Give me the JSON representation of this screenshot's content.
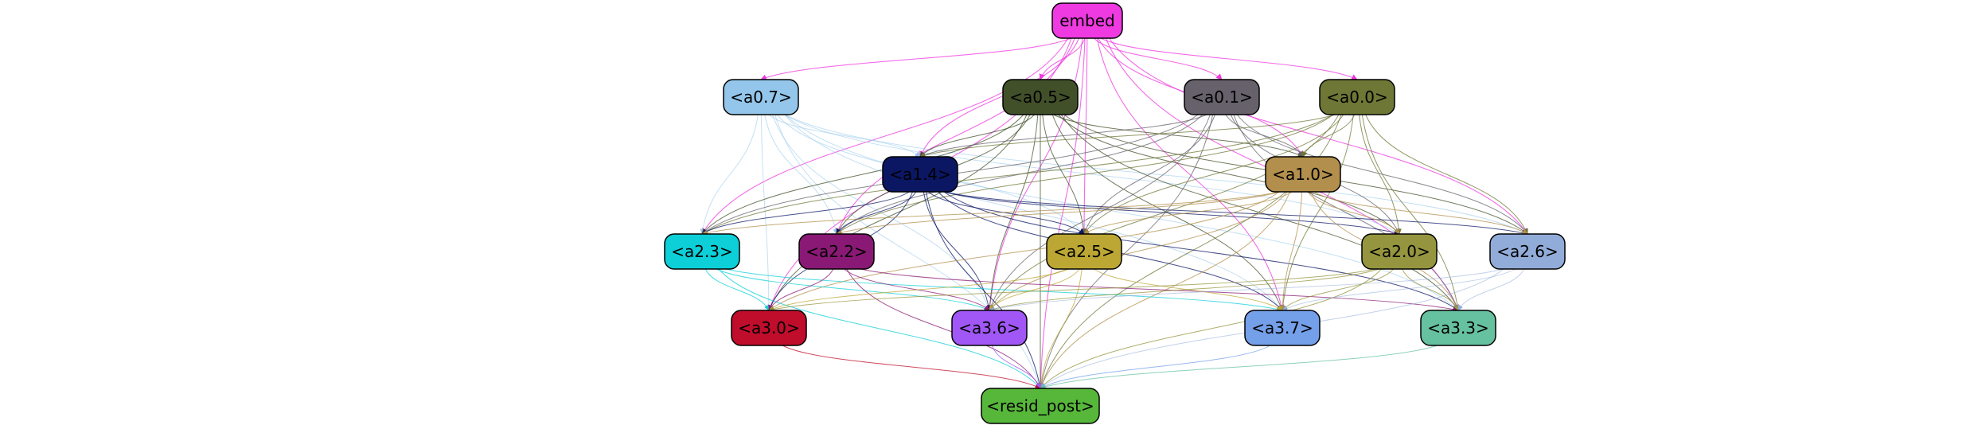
{
  "nodes": [
    {
      "id": "embed",
      "label": "embed",
      "color": "#ee3ae0"
    },
    {
      "id": "a07",
      "label": "<a0.7>",
      "color": "#93c6ea"
    },
    {
      "id": "a05",
      "label": "<a0.5>",
      "color": "#42502a"
    },
    {
      "id": "a01",
      "label": "<a0.1>",
      "color": "#66616b"
    },
    {
      "id": "a00",
      "label": "<a0.0>",
      "color": "#6e7735"
    },
    {
      "id": "a14",
      "label": "<a1.4>",
      "color": "#0c1764"
    },
    {
      "id": "a10",
      "label": "<a1.0>",
      "color": "#b28f4c"
    },
    {
      "id": "a23",
      "label": "<a2.3>",
      "color": "#0dcfd7"
    },
    {
      "id": "a22",
      "label": "<a2.2>",
      "color": "#891974"
    },
    {
      "id": "a25",
      "label": "<a2.5>",
      "color": "#bca734"
    },
    {
      "id": "a20",
      "label": "<a2.0>",
      "color": "#95953f"
    },
    {
      "id": "a26",
      "label": "<a2.6>",
      "color": "#92acd9"
    },
    {
      "id": "a30",
      "label": "<a3.0>",
      "color": "#c00d2c"
    },
    {
      "id": "a36",
      "label": "<a3.6>",
      "color": "#a057f5"
    },
    {
      "id": "a37",
      "label": "<a3.7>",
      "color": "#749fe9"
    },
    {
      "id": "a33",
      "label": "<a3.3>",
      "color": "#66c1a0"
    },
    {
      "id": "resid",
      "label": "<resid_post>",
      "color": "#57b73a"
    }
  ],
  "edges": [
    [
      "embed",
      "a07"
    ],
    [
      "embed",
      "a05"
    ],
    [
      "embed",
      "a01"
    ],
    [
      "embed",
      "a00"
    ],
    [
      "embed",
      "a14"
    ],
    [
      "embed",
      "a10"
    ],
    [
      "embed",
      "a25"
    ],
    [
      "embed",
      "a23"
    ],
    [
      "embed",
      "a22"
    ],
    [
      "embed",
      "a26"
    ],
    [
      "embed",
      "a30"
    ],
    [
      "embed",
      "a36"
    ],
    [
      "embed",
      "a37"
    ],
    [
      "embed",
      "a33"
    ],
    [
      "embed",
      "resid"
    ],
    [
      "a07",
      "a14"
    ],
    [
      "a07",
      "a23"
    ],
    [
      "a07",
      "a22"
    ],
    [
      "a07",
      "a25"
    ],
    [
      "a07",
      "a20"
    ],
    [
      "a07",
      "a26"
    ],
    [
      "a07",
      "a30"
    ],
    [
      "a07",
      "a36"
    ],
    [
      "a07",
      "a37"
    ],
    [
      "a07",
      "a33"
    ],
    [
      "a07",
      "resid"
    ],
    [
      "a05",
      "a14"
    ],
    [
      "a05",
      "a10"
    ],
    [
      "a05",
      "a23"
    ],
    [
      "a05",
      "a22"
    ],
    [
      "a05",
      "a25"
    ],
    [
      "a05",
      "a20"
    ],
    [
      "a05",
      "a26"
    ],
    [
      "a05",
      "a30"
    ],
    [
      "a05",
      "a36"
    ],
    [
      "a05",
      "a37"
    ],
    [
      "a05",
      "a33"
    ],
    [
      "a05",
      "resid"
    ],
    [
      "a01",
      "a14"
    ],
    [
      "a01",
      "a10"
    ],
    [
      "a01",
      "a23"
    ],
    [
      "a01",
      "a22"
    ],
    [
      "a01",
      "a25"
    ],
    [
      "a01",
      "a20"
    ],
    [
      "a01",
      "a26"
    ],
    [
      "a01",
      "a36"
    ],
    [
      "a01",
      "a33"
    ],
    [
      "a01",
      "resid"
    ],
    [
      "a00",
      "a14"
    ],
    [
      "a00",
      "a10"
    ],
    [
      "a00",
      "a23"
    ],
    [
      "a00",
      "a22"
    ],
    [
      "a00",
      "a25"
    ],
    [
      "a00",
      "a20"
    ],
    [
      "a00",
      "a26"
    ],
    [
      "a00",
      "a36"
    ],
    [
      "a00",
      "a37"
    ],
    [
      "a00",
      "a33"
    ],
    [
      "a00",
      "resid"
    ],
    [
      "a14",
      "a23"
    ],
    [
      "a14",
      "a22"
    ],
    [
      "a14",
      "a25"
    ],
    [
      "a14",
      "a20"
    ],
    [
      "a14",
      "a26"
    ],
    [
      "a14",
      "a30"
    ],
    [
      "a14",
      "a36"
    ],
    [
      "a14",
      "a37"
    ],
    [
      "a14",
      "a33"
    ],
    [
      "a14",
      "resid"
    ],
    [
      "a10",
      "a23"
    ],
    [
      "a10",
      "a22"
    ],
    [
      "a10",
      "a25"
    ],
    [
      "a10",
      "a20"
    ],
    [
      "a10",
      "a26"
    ],
    [
      "a10",
      "a30"
    ],
    [
      "a10",
      "a36"
    ],
    [
      "a10",
      "a37"
    ],
    [
      "a10",
      "a33"
    ],
    [
      "a10",
      "resid"
    ],
    [
      "a23",
      "a30"
    ],
    [
      "a23",
      "a36"
    ],
    [
      "a23",
      "a37"
    ],
    [
      "a23",
      "resid"
    ],
    [
      "a22",
      "a30"
    ],
    [
      "a22",
      "a36"
    ],
    [
      "a22",
      "a33"
    ],
    [
      "a22",
      "resid"
    ],
    [
      "a25",
      "a30"
    ],
    [
      "a25",
      "a36"
    ],
    [
      "a25",
      "a37"
    ],
    [
      "a25",
      "resid"
    ],
    [
      "a20",
      "a30"
    ],
    [
      "a20",
      "a36"
    ],
    [
      "a20",
      "a37"
    ],
    [
      "a20",
      "a33"
    ],
    [
      "a20",
      "resid"
    ],
    [
      "a26",
      "a36"
    ],
    [
      "a26",
      "a37"
    ],
    [
      "a26",
      "a33"
    ],
    [
      "a26",
      "resid"
    ],
    [
      "a30",
      "resid"
    ],
    [
      "a36",
      "resid"
    ],
    [
      "a37",
      "resid"
    ],
    [
      "a33",
      "resid"
    ]
  ]
}
